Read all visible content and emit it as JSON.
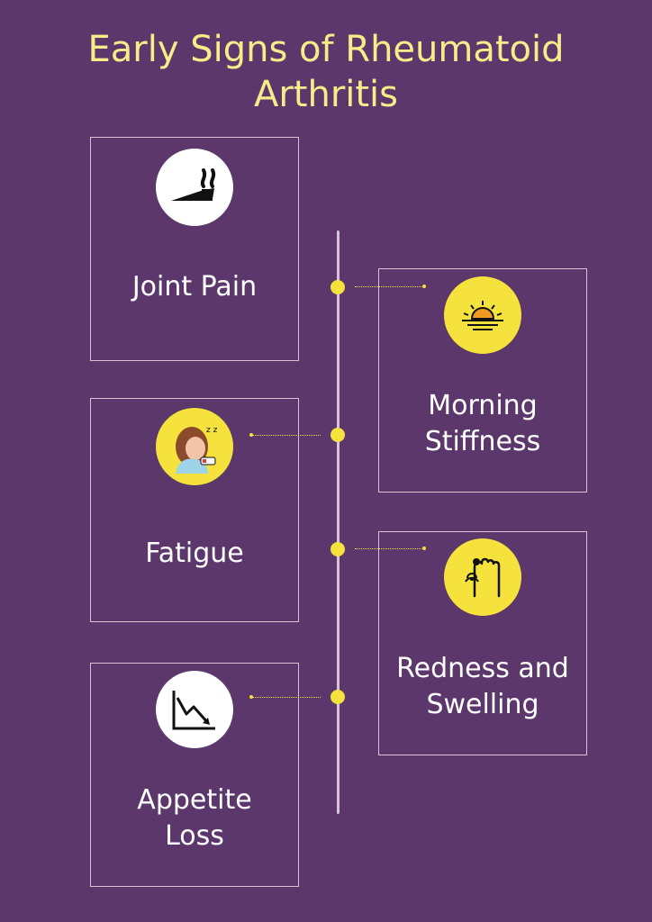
{
  "title": "Early Signs of Rheumatoid Arthritis",
  "colors": {
    "background": "#5b376b",
    "accent": "#f5e23c",
    "title": "#f7ec8a"
  },
  "signs": [
    {
      "label": "Joint Pain",
      "icon": "joint-pain-icon"
    },
    {
      "label": "Morning Stiffness",
      "icon": "sunrise-icon"
    },
    {
      "label": "Fatigue",
      "icon": "tired-woman-icon"
    },
    {
      "label": "Redness and Swelling",
      "icon": "swollen-finger-icon"
    },
    {
      "label": "Appetite Loss",
      "icon": "decline-chart-icon"
    }
  ]
}
